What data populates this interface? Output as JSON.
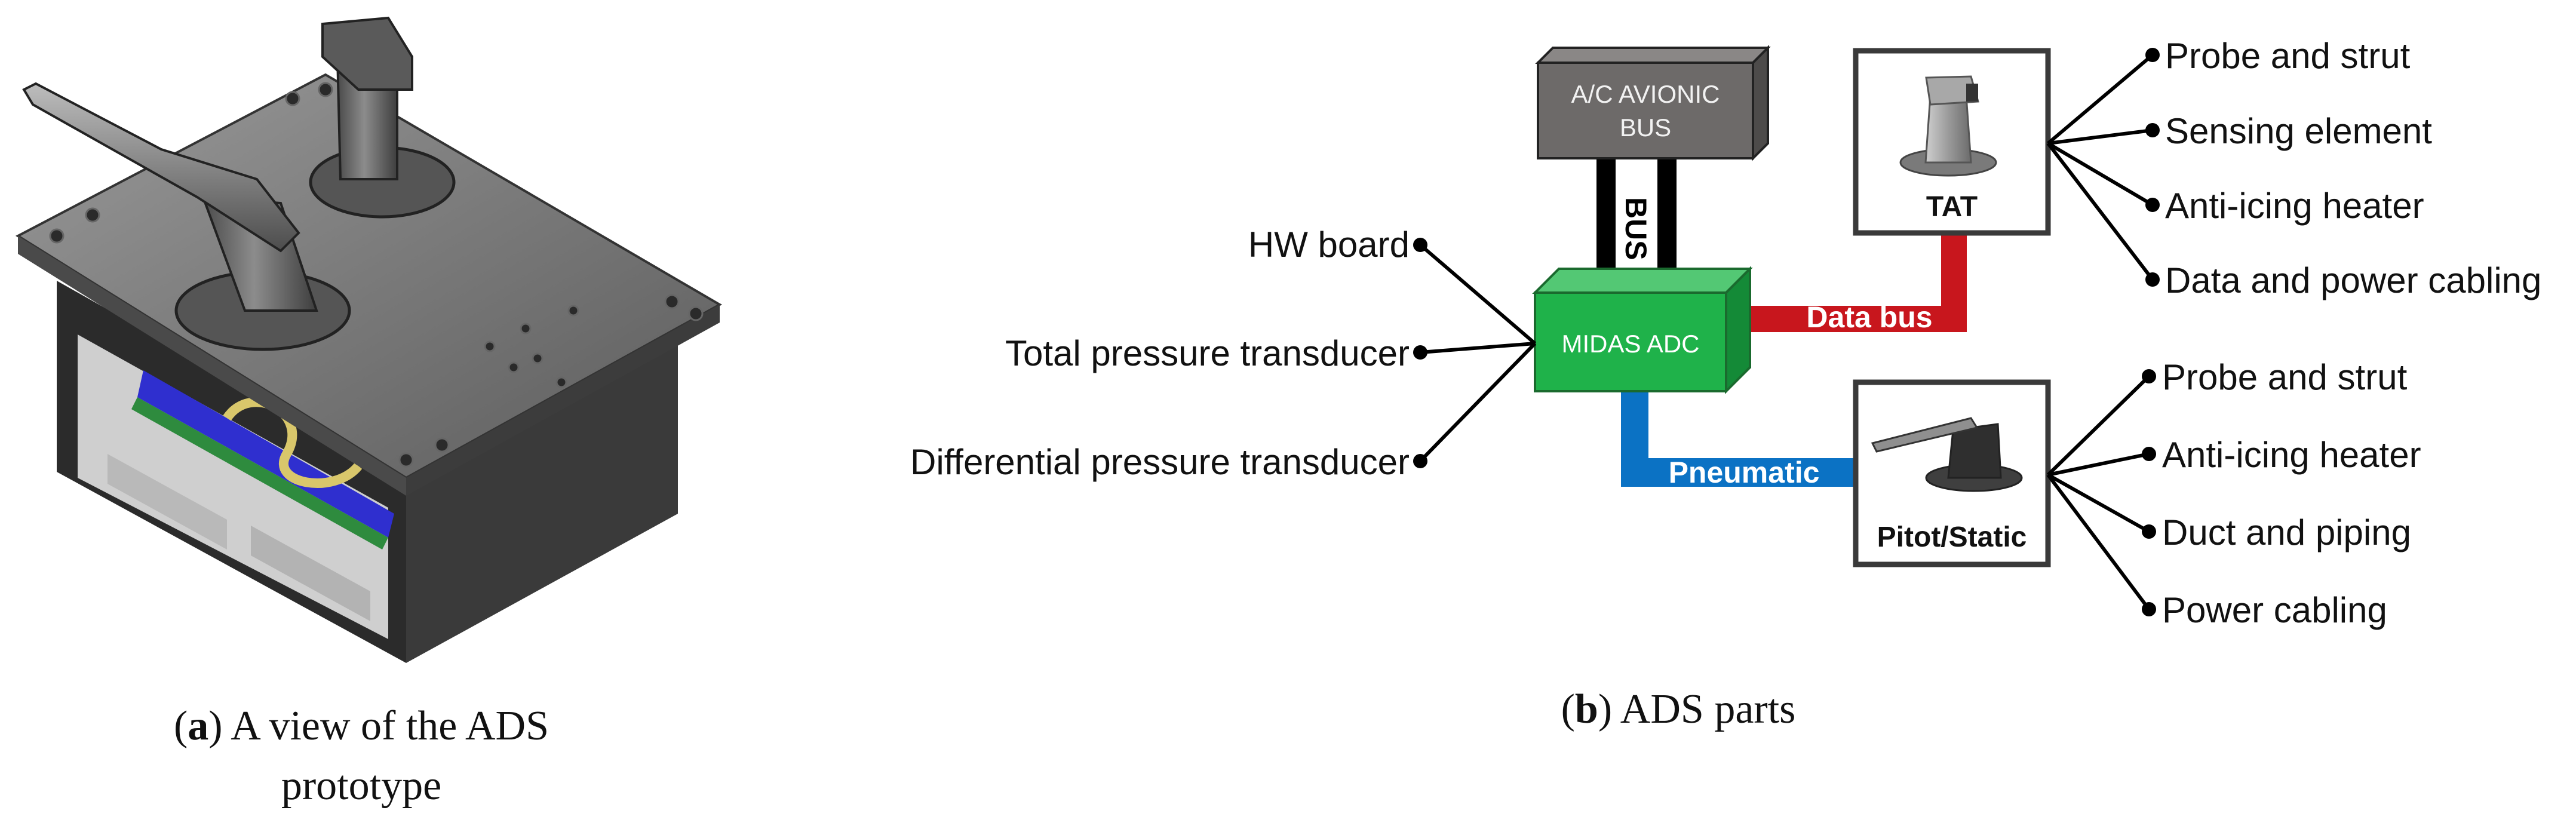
{
  "panel_a": {
    "caption_letter": "a",
    "caption_line1": "A view of the ADS",
    "caption_line2": "prototype"
  },
  "panel_b": {
    "caption_letter": "b",
    "caption_text": "ADS parts",
    "bus_box": {
      "line1": "A/C AVIONIC",
      "line2": "BUS"
    },
    "bus_link_label": "BUS",
    "adc_label": "MIDAS ADC",
    "data_bus_label": "Data bus",
    "pneumatic_label": "Pneumatic",
    "tat_label": "TAT",
    "pitot_label": "Pitot/Static",
    "adc_parts": [
      "HW board",
      "Total pressure transducer",
      "Differential pressure transducer"
    ],
    "tat_parts": [
      "Probe and strut",
      "Sensing element",
      "Anti-icing heater",
      "Data and power cabling"
    ],
    "pitot_parts": [
      "Probe and strut",
      "Anti-icing heater",
      "Duct and piping",
      "Power cabling"
    ],
    "colors": {
      "adc_green": "#1fb24a",
      "data_bus_red": "#c8161d",
      "pneumatic_blue": "#0b72c4",
      "bus_box_gray": "#6d6a69"
    }
  }
}
